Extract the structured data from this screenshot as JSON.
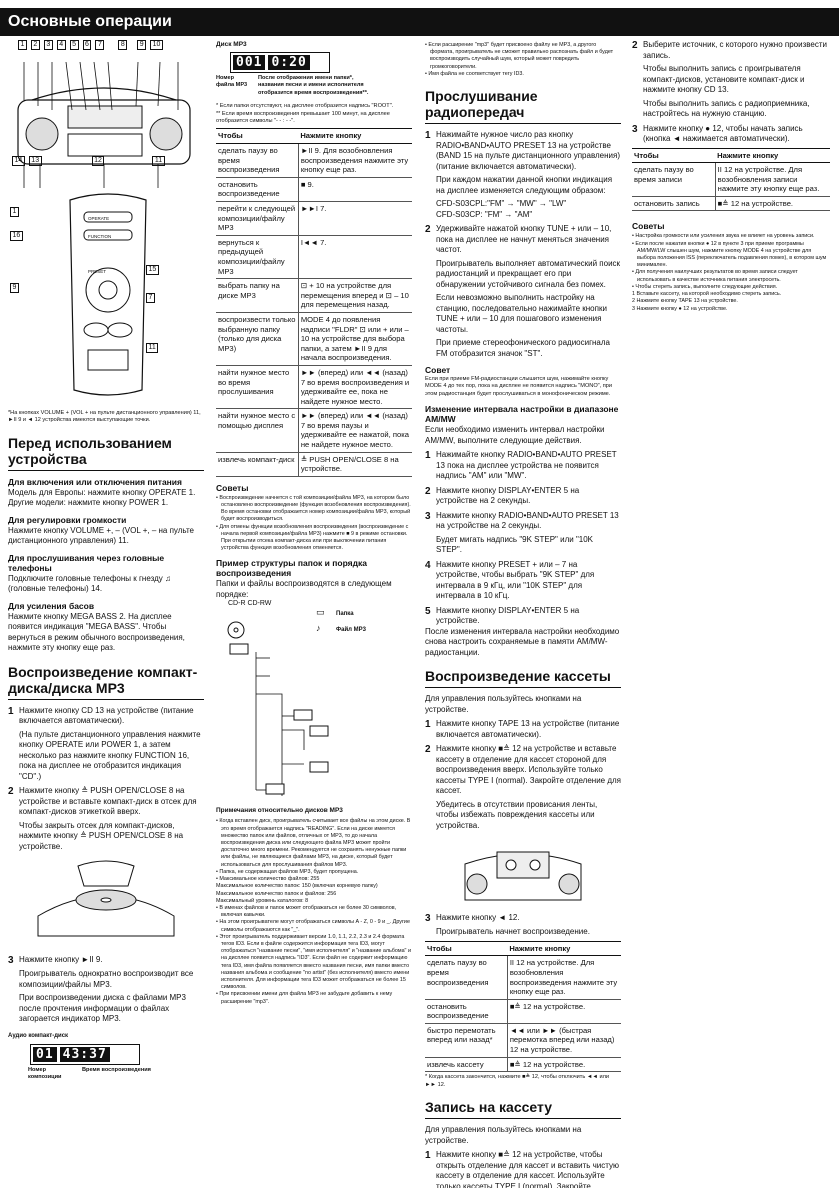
{
  "header": {
    "title": "Основные операции"
  },
  "diagram": {
    "callouts_top": [
      "1",
      "2",
      "3",
      "4",
      "5",
      "6",
      "7",
      "8",
      "9",
      "10"
    ],
    "callouts_bottom": [
      "14",
      "13",
      "12",
      "11"
    ],
    "remote_callouts": [
      "1",
      "16",
      "15",
      "9",
      "7",
      "11"
    ],
    "remote_labels": [
      "OPERATE",
      "FUNCTION",
      "PRESET"
    ],
    "footnote": "*На кнопках VOLUME + (VOL + на пульте дистанционного управления) 11, ►II 9 и ◄ 12 устройства имеются выступающие точки."
  },
  "col1": {
    "sec_before": "Перед использованием устройства",
    "power_h": "Для включения или отключения питания",
    "power_t": "Модель для Европы: нажмите кнопку OPERATE 1. Другие модели: нажмите кнопку POWER 1.",
    "vol_h": "Для регулировки громкости",
    "vol_t": "Нажмите кнопку VOLUME +, – (VOL +, – на пульте дистанционного управления) 11.",
    "phones_h": "Для прослушивания через головные телефоны",
    "phones_t": "Подключите головные телефоны к гнезду ♫ (головные телефоны) 14.",
    "bass_h": "Для усиления басов",
    "bass_t": "Нажмите кнопку MEGA BASS 2. На дисплее появится индикация \"MEGA BASS\". Чтобы вернуться в режим обычного воспроизведения, нажмите эту кнопку еще раз.",
    "sec_cd": "Воспроизведение компакт-диска/диска MP3",
    "s1": "Нажмите кнопку CD 13 на устройстве (питание включается автоматически).",
    "s1b": "(На пульте дистанционного управления нажмите кнопку OPERATE или POWER 1, а затем несколько раз нажмите кнопку FUNCTION 16, пока на дисплее не отобразится индикация \"CD\".)",
    "s2": "Нажмите кнопку ≜ PUSH OPEN/CLOSE 8 на устройстве и вставьте компакт-диск в отсек для компакт-дисков этикеткой вверх.",
    "s2b": "Чтобы закрыть отсек для компакт-дисков, нажмите кнопку ≜ PUSH OPEN/CLOSE 8 на устройстве.",
    "s3": "Нажмите кнопку ►II 9.",
    "s3b": "Проигрыватель однократно воспроизводит все композиции/файлы MP3.",
    "s3c": "При воспроизведении диска с файлами MP3 после прочтения информации о файлах загорается индикатор MP3.",
    "audio_h": "Аудио компакт-диск",
    "lcd_a": "01",
    "lcd_b": "43:37",
    "lab_num": "Номер композиции",
    "lab_time": "Время воспроизведения"
  },
  "col2": {
    "mp3_h": "Диск MP3",
    "lcd_a": "001",
    "lcd_b": "0:20",
    "lab_num": "Номер файла MP3",
    "lab_after": "После отображения имени папки*, названия песни и имени исполнителя отобразится время воспроизведения**.",
    "fn1": "* Если папки отсутствуют, на дисплее отобразится надпись \"ROOT\".",
    "fn2": "** Если время воспроизведения превышает 100 минут, на дисплее отобразится символы \"- - : - -\".",
    "th1": "Чтобы",
    "th2": "Нажмите кнопку",
    "rows": [
      [
        "сделать паузу во время воспроизведения",
        "►II 9. Для возобновления воспроизведения нажмите эту кнопку еще раз."
      ],
      [
        "остановить воспроизведение",
        "■ 9."
      ],
      [
        "перейти к следующей композиции/файлу MP3",
        "►►I 7."
      ],
      [
        "вернуться к предыдущей композиции/файлу MP3",
        "I◄◄ 7."
      ],
      [
        "выбрать папку на диске MP3",
        "⊡ + 10 на устройстве для перемещения вперед и ⊡ – 10 для перемещения назад."
      ],
      [
        "воспроизвести только выбранную папку (только для диска MP3)",
        "MODE 4 до появления надписи \"FLDR\" ⊡ или + или – 10 на устройстве для выбора папки, а затем ►II 9 для начала воспроизведения."
      ],
      [
        "найти нужное место во время прослушивания",
        "►► (вперед) или ◄◄ (назад) 7 во время воспроизведения и удерживайте ее, пока не найдете нужное место."
      ],
      [
        "найти нужное место с помощью дисплея",
        "►► (вперед) или ◄◄ (назад) 7 во время паузы и удерживайте ее нажатой, пока не найдете нужное место."
      ],
      [
        "извлечь компакт-диск",
        "≜ PUSH OPEN/CLOSE 8 на устройстве."
      ]
    ],
    "tips_h": "Советы",
    "tips": [
      "• Воспроизведение начнется с той композиции/файла MP3, на котором было остановлено воспроизведение (функция возобновления воспроизведения). Во время остановки отображается номер композиции/файла MP3, который будет воспроизводиться.",
      "• Для отмены функции возобновления воспроизведения (воспроизведение с начала первой композиции/файла MP3) нажмите ■ 9 в режиме остановки. При открытии отсека компакт-диска или при выключении питания устройства функция возобновления отменяется."
    ],
    "struct_h": "Пример структуры папок и порядка воспроизведения",
    "struct_t": "Папки и файлы воспроизводятся в следующем порядке:",
    "cd_label": "CD-R CD-RW",
    "leg_folder": "Папка",
    "leg_file": "Файл MP3",
    "notes_h": "Примечания относительно дисков MP3",
    "notes": [
      "• Когда вставлен диск, проигрыватель считывает все файлы на этом диске. В это время отображается надпись \"READING\". Если на диске имеется множество папок или файлов, отличных от MP3, то до начала воспроизведения диска или следующего файла MP3 может пройти достаточно много времени. Рекомендуется не сохранять ненужные папки или файлы, не являющиеся файлами MP3, на диске, который будет использоваться для прослушивания файлов MP3.",
      "• Папка, не содержащая файлов MP3, будет пропущена.",
      "• Максимальное количество файлов: 255",
      "  Максимальное количество папок: 150 (включая корневую папку)",
      "  Максимальное количество папок и файлов: 256",
      "  Максимальный уровень каталогов: 8",
      "• В именах файлов и папок может отображаться не более 30 символов, включая кавычки.",
      "• На этом проигрывателе могут отображаться символы A - Z, 0 - 9 и _. Другие символы отображаются как \"_\".",
      "• Этот проигрыватель поддерживает версии 1.0, 1.1, 2.2, 2.3 и 2.4 формата тегов ID3. Если в файле содержится информация тега ID3, могут отображаться \"название песни\", \"имя исполнителя\" и \"название альбома\" и на дисплее появится надпись \"ID3\". Если файл не содержит информацию тега ID3, имя файла появляется вместо названия песни, имя папки вместо названия альбома и сообщение \"no artist\" (без исполнителя) вместо имени исполнителя. Для информации тега ID3 может отображаться не более 15 символов.",
      "• При присвоении имени для файла MP3 не забудьте добавить к нему расширение \"mp3\"."
    ]
  },
  "col3": {
    "top_notes": [
      "• Если расширение \"mp3\" будет присвоено файлу не MP3, а другого формата, проигрыватель не сможет правильно распознать файл и будет воспроизводить случайный шум, который может повредить громкоговорители.",
      "• Имя файла не соответствует тегу ID3."
    ],
    "sec_radio": "Прослушивание радиопередач",
    "r1": "Нажимайте нужное число раз кнопку RADIO•BAND•AUTO PRESET 13 на устройстве (BAND 15 на пульте дистанционного управления) (питание включается автоматически).",
    "r1b": "При каждом нажатии данной кнопки индикация на дисплее изменяется следующим образом:",
    "r1c": "CFD-S03CPL:\"FM\" → \"MW\" → \"LW\"",
    "r1d": "CFD-S03CP: \"FM\" → \"AM\"",
    "r2": "Удерживайте нажатой кнопку TUNE + или – 10, пока на дисплее не начнут меняться значения частот.",
    "r2b": "Проигрыватель выполняет автоматический поиск радиостанций и прекращает его при обнаружении устойчивого сигнала без помех.",
    "r2c": "Если невозможно выполнить настройку на станцию, последовательно нажимайте кнопки TUNE + или – 10 для пошагового изменения частоты.",
    "r2d": "При приеме стереофонического радиосигнала FM отобразится значок \"ST\".",
    "tip_h": "Совет",
    "tip": "Если при приеме FM-радиостанции слышится шум, нажимайте кнопку MODE 4 до тех пор, пока на дисплее не появится надпись \"MONO\", при этом радиостанция будет прослушиваться в монофоническом режиме.",
    "int_h": "Изменение интервала настройки в диапазоне AM/MW",
    "int_t": "Если необходимо изменить интервал настройки AM/MW, выполните следующие действия.",
    "i1": "Нажимайте кнопку RADIO•BAND•AUTO PRESET 13 пока на дисплее устройства не появится надпись \"AM\" или \"MW\".",
    "i2": "Нажмите кнопку DISPLAY•ENTER 5 на устройстве на 2 секунды.",
    "i3": "Нажмите кнопку RADIO•BAND•AUTO PRESET 13 на устройстве на 2 секунды.",
    "i3b": "Будет мигать надпись \"9K STEP\" или \"10K STEP\".",
    "i4": "Нажмите кнопку PRESET + или – 7 на устройстве, чтобы выбрать \"9K STEP\" для интервала в 9 кГц, или \"10K STEP\" для интервала в 10 кГц.",
    "i5": "Нажмите кнопку DISPLAY•ENTER 5 на устройстве.",
    "i5b": "После изменения интервала настройки необходимо снова настроить сохраняемые в памяти AM/MW-радиостанции.",
    "sec_tape": "Воспроизведение кассеты",
    "tape_t": "Для управления пользуйтесь кнопками на устройстве.",
    "t1": "Нажмите кнопку TAPE 13 на устройстве (питание включается автоматически).",
    "t2": "Нажмите кнопку ■≜ 12 на устройстве и вставьте кассету в отделение для кассет стороной для воспроизведения вверх. Используйте только кассеты TYPE I (normal). Закройте отделение для кассет.",
    "t2b": "Убедитесь в отсутствии провисания ленты, чтобы избежать повреждения кассеты или устройства.",
    "t3": "Нажмите кнопку ◄ 12.",
    "t3b": "Проигрыватель начнет воспроизведение.",
    "th1": "Чтобы",
    "th2": "Нажмите кнопку",
    "rows": [
      [
        "сделать паузу во время воспроизведения",
        "II 12 на устройстве. Для возобновления воспроизведения нажмите эту кнопку еще раз."
      ],
      [
        "остановить воспроизведение",
        "■≜ 12 на устройстве."
      ],
      [
        "быстро перемотать вперед или назад*",
        "◄◄ или ►► (быстрая перемотка вперед или назад) 12 на устройстве."
      ],
      [
        "извлечь кассету",
        "■≜ 12 на устройстве."
      ]
    ],
    "fn": "* Когда кассета закончится, нажмите ■≜ 12, чтобы отключить ◄◄ или ►► 12.",
    "sec_rec": "Запись на кассету",
    "rec_t": "Для управления пользуйтесь кнопками на устройстве.",
    "c1": "Нажмите кнопку ■≜ 12 на устройстве, чтобы открыть отделение для кассет и вставить чистую кассету в отделение для кассет. Используйте только кассеты TYPE I (normal). Закройте отделение для кассет."
  },
  "col4": {
    "c2": "Выберите источник, с которого нужно произвести запись.",
    "c2b": "Чтобы выполнить запись с проигрывателя компакт-дисков, установите компакт-диск и нажмите кнопку CD 13.",
    "c2c": "Чтобы выполнить запись с радиоприемника, настройтесь на нужную станцию.",
    "c3": "Нажмите кнопку ● 12, чтобы начать запись (кнопка ◄ нажимается автоматически).",
    "th1": "Чтобы",
    "th2": "Нажмите кнопку",
    "rows": [
      [
        "сделать паузу во время записи",
        "II 12 на устройстве. Для возобновления записи нажмите эту кнопку еще раз."
      ],
      [
        "остановить запись",
        "■≜ 12 на устройстве."
      ]
    ],
    "tips_h": "Советы",
    "tips": [
      "• Настройка громкости или усиления звука не влияет на уровень записи.",
      "• Если после нажатия кнопки ● 12 в пункте 3 при приеме программы AM/MW/LW слышен шум, нажмите кнопку MODE 4 на устройстве для выбора положения ISS (переключатель подавления помех), в котором шум минимален.",
      "• Для получения наилучших результатов во время записи следует использовать в качестве источника питания электросеть.",
      "• Чтобы стереть запись, выполните следующие действия.",
      "  1 Вставьте кассету, на которой необходимо стереть запись.",
      "  2 Нажмите кнопку TAPE 13 на устройстве.",
      "  3 Нажмите кнопку ● 12 на устройстве."
    ]
  }
}
